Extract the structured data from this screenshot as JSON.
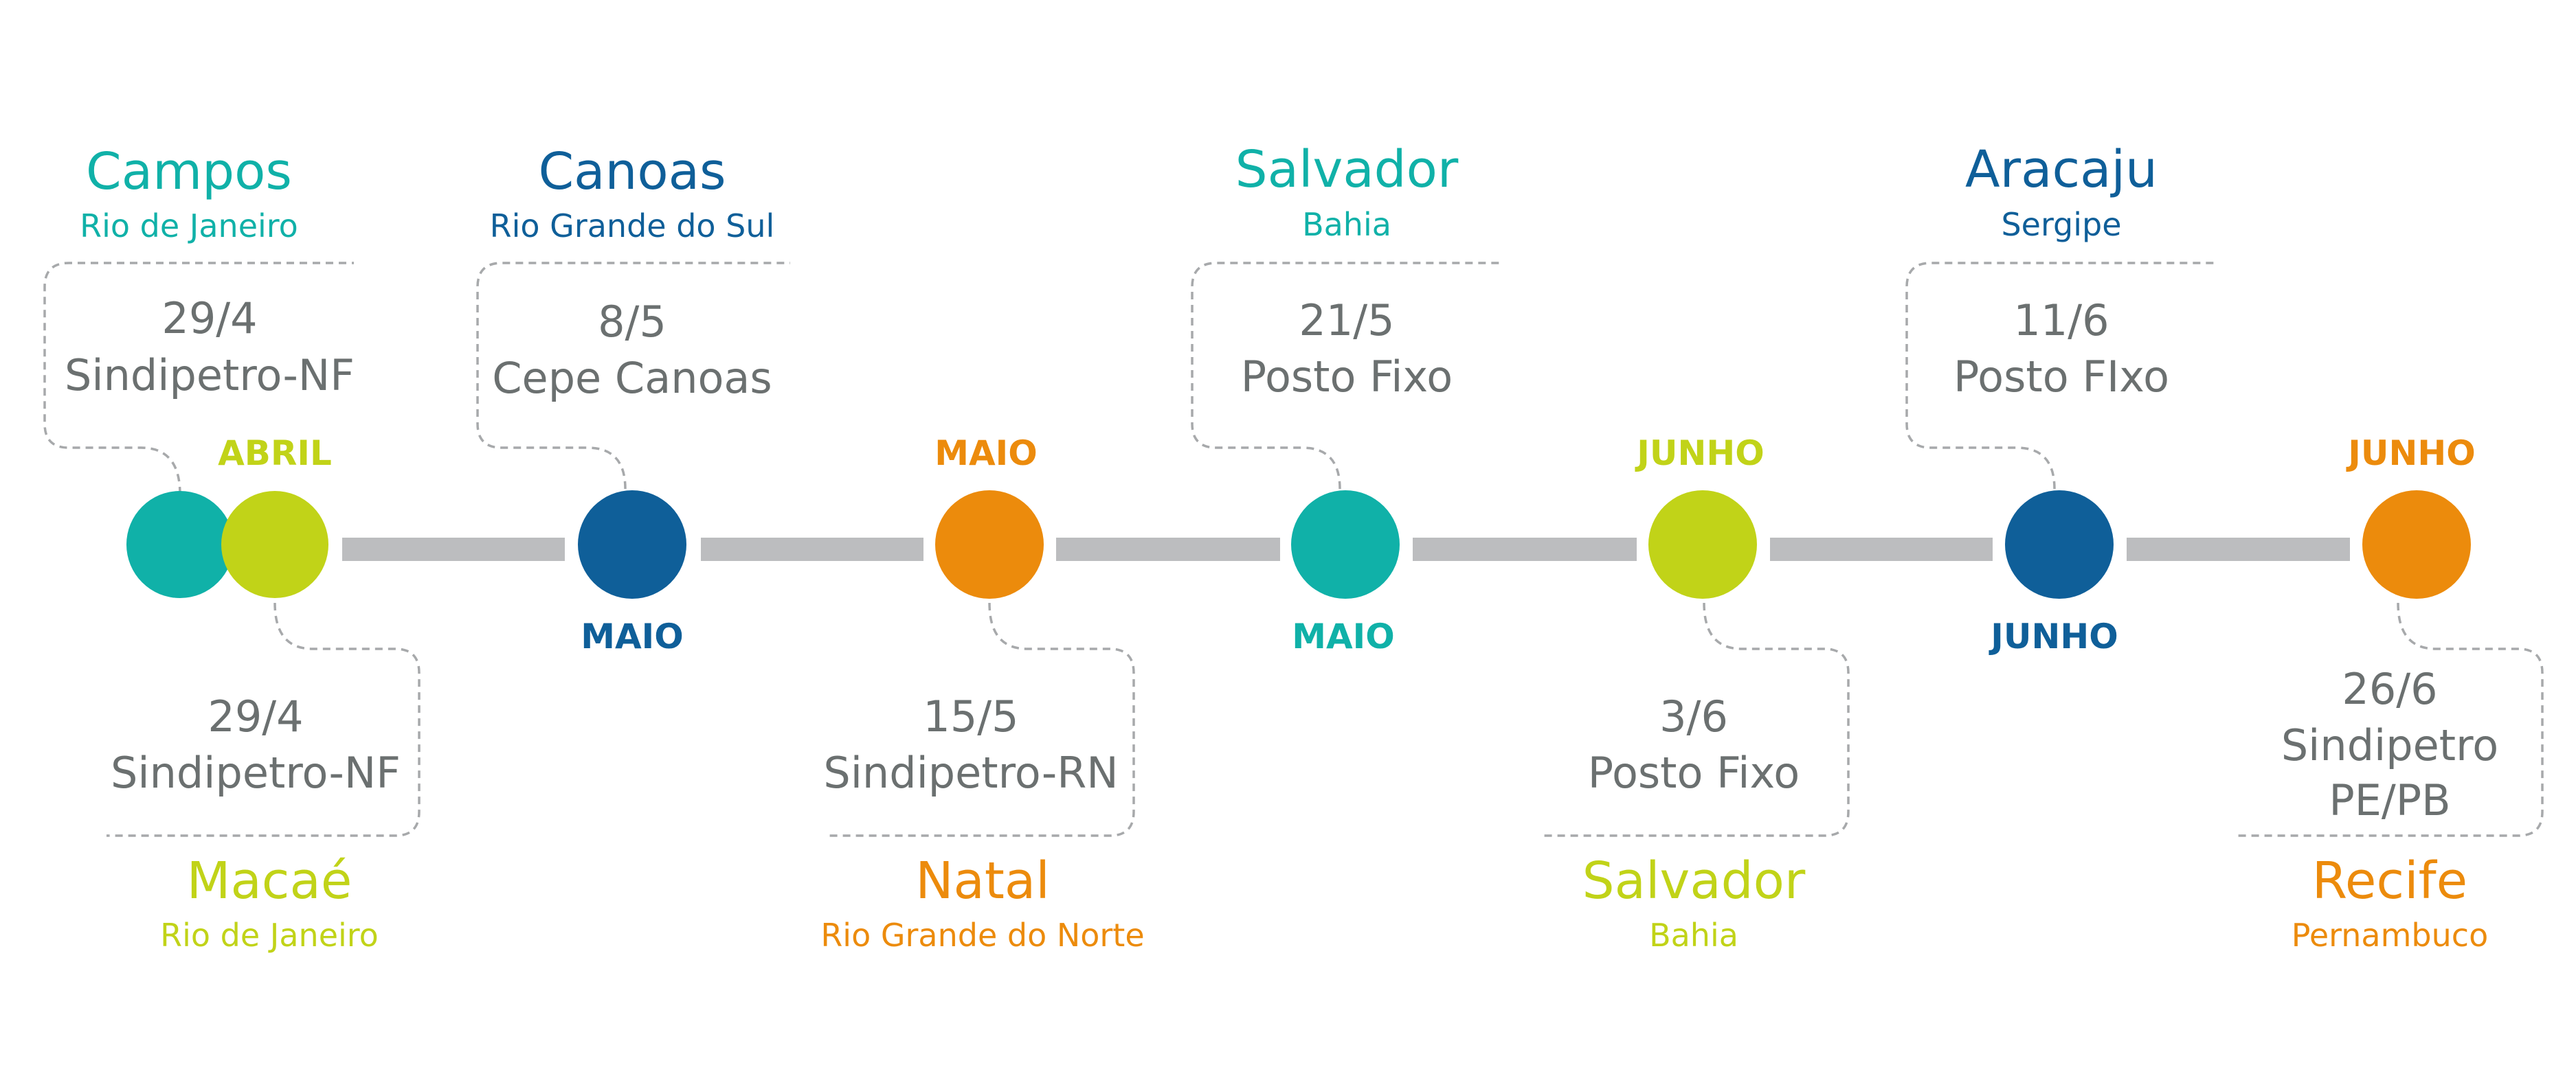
{
  "colors": {
    "teal": "#10b1a8",
    "lime": "#c1d318",
    "blue": "#0f5f99",
    "orange": "#ec8b0c",
    "bar": "#bcbdbf",
    "text_gray": "#6b7070",
    "leader": "#a7a9ab"
  },
  "events": [
    {
      "city": "Campos",
      "state": "Rio de Janeiro",
      "date": "29/4",
      "venue": "Sindipetro-NF",
      "month": "",
      "color": "teal",
      "position": "above"
    },
    {
      "city": "Macaé",
      "state": "Rio de Janeiro",
      "date": "29/4",
      "venue": "Sindipetro-NF",
      "month": "ABRIL",
      "color": "lime",
      "position": "below"
    },
    {
      "city": "Canoas",
      "state": "Rio Grande do Sul",
      "date": "8/5",
      "venue": "Cepe Canoas",
      "month": "MAIO",
      "color": "blue",
      "position": "above"
    },
    {
      "city": "Natal",
      "state": "Rio Grande do Norte",
      "date": "15/5",
      "venue": "Sindipetro-RN",
      "month": "MAIO",
      "color": "orange",
      "position": "below"
    },
    {
      "city": "Salvador",
      "state": "Bahia",
      "date": "21/5",
      "venue": "Posto Fixo",
      "month": "MAIO",
      "color": "teal",
      "position": "above"
    },
    {
      "city": "Salvador",
      "state": "Bahia",
      "date": "3/6",
      "venue": "Posto Fixo",
      "month": "JUNHO",
      "color": "lime",
      "position": "below"
    },
    {
      "city": "Aracaju",
      "state": "Sergipe",
      "date": "11/6",
      "venue": "Posto FIxo",
      "month": "JUNHO",
      "color": "blue",
      "position": "above"
    },
    {
      "city": "Recife",
      "state": "Pernambuco",
      "date": "26/6",
      "venue": "Sindipetro PE/PB",
      "month": "JUNHO",
      "color": "orange",
      "position": "below"
    }
  ]
}
